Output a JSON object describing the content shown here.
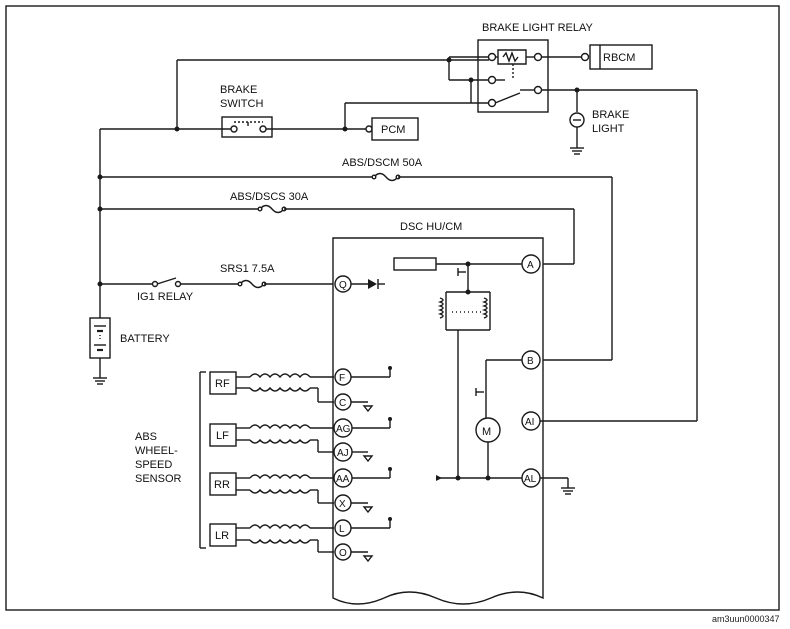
{
  "labels": {
    "brake_light_relay": "BRAKE LIGHT RELAY",
    "rbcm": "RBCM",
    "brake_switch_1": "BRAKE",
    "brake_switch_2": "SWITCH",
    "pcm": "PCM",
    "brake_light_1": "BRAKE",
    "brake_light_2": "LIGHT",
    "abs_dscm": "ABS/DSCM 50A",
    "abs_dscs": "ABS/DSCS 30A",
    "dsc_hucm": "DSC HU/CM",
    "srs1": "SRS1 7.5A",
    "ig1_relay": "IG1 RELAY",
    "battery": "BATTERY",
    "abs_1": "ABS",
    "abs_2": "WHEEL-",
    "abs_3": "SPEED",
    "abs_4": "SENSOR",
    "footer_code": "am3uun0000347"
  },
  "sensors": [
    "RF",
    "LF",
    "RR",
    "LR"
  ],
  "pins": {
    "Q": "Q",
    "A": "A",
    "B": "B",
    "AI": "AI",
    "AL": "AL",
    "F": "F",
    "C": "C",
    "AG": "AG",
    "AJ": "AJ",
    "AA": "AA",
    "X": "X",
    "L": "L",
    "O": "O"
  },
  "motor": "M"
}
